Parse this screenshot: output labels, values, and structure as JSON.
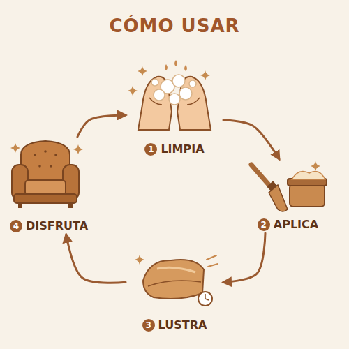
{
  "diagram": {
    "title": "CÓMO USAR",
    "nodes": [
      {
        "text": [
          "1",
          "LIMPIA"
        ]
      },
      {
        "text": [
          "2",
          "APLICA"
        ]
      },
      {
        "text": [
          "3",
          "LUSTRA"
        ]
      },
      {
        "text": [
          "4",
          "DISFRUTA"
        ]
      }
    ],
    "edges": [
      {
        "from": 0,
        "to": 1,
        "arrow": "to"
      },
      {
        "from": 1,
        "to": 2,
        "arrow": "to"
      },
      {
        "from": 2,
        "to": 3,
        "arrow": "to"
      },
      {
        "from": 3,
        "to": 0,
        "arrow": "to"
      }
    ]
  }
}
